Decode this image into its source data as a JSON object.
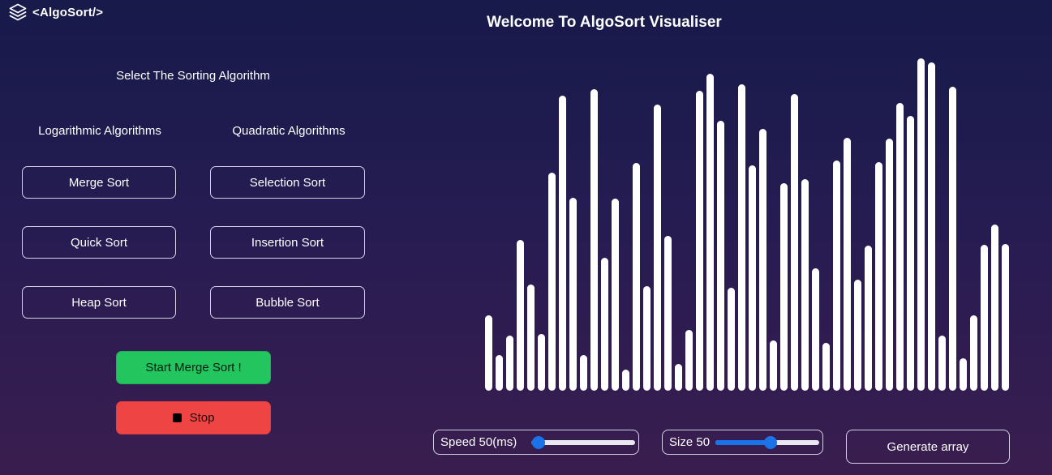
{
  "header": {
    "logo_text": "<AlgoSort/>",
    "logo_icon": "layers-icon",
    "title": "Welcome To AlgoSort Visualiser"
  },
  "sidebar": {
    "select_label": "Select The Sorting Algorithm",
    "log_label": "Logarithmic Algorithms",
    "quad_label": "Quadratic Algorithms",
    "log_algorithms": [
      "Merge Sort",
      "Quick Sort",
      "Heap Sort"
    ],
    "quad_algorithms": [
      "Selection Sort",
      "Insertion Sort",
      "Bubble Sort"
    ],
    "start_label": "Start Merge Sort !",
    "stop_label": "Stop",
    "stop_icon": "stop-square-icon"
  },
  "colors": {
    "start": "#22c55e",
    "stop": "#ef4444",
    "slider_accent": "#1a73e8",
    "bar": "#ffffff"
  },
  "controls": {
    "speed_label": "Speed 50(ms)",
    "speed_fraction": 0.07,
    "size_label": "Size 50",
    "size_fraction": 0.53,
    "generate_label": "Generate array"
  },
  "array_values": [
    90,
    43,
    66,
    181,
    127,
    68,
    261,
    353,
    231,
    43,
    361,
    159,
    230,
    25,
    273,
    125,
    343,
    185,
    32,
    73,
    359,
    380,
    323,
    123,
    367,
    270,
    314,
    60,
    249,
    355,
    253,
    147,
    57,
    276,
    303,
    133,
    174,
    274,
    302,
    345,
    329,
    398,
    393,
    66,
    364,
    39,
    90,
    175,
    199,
    176
  ]
}
